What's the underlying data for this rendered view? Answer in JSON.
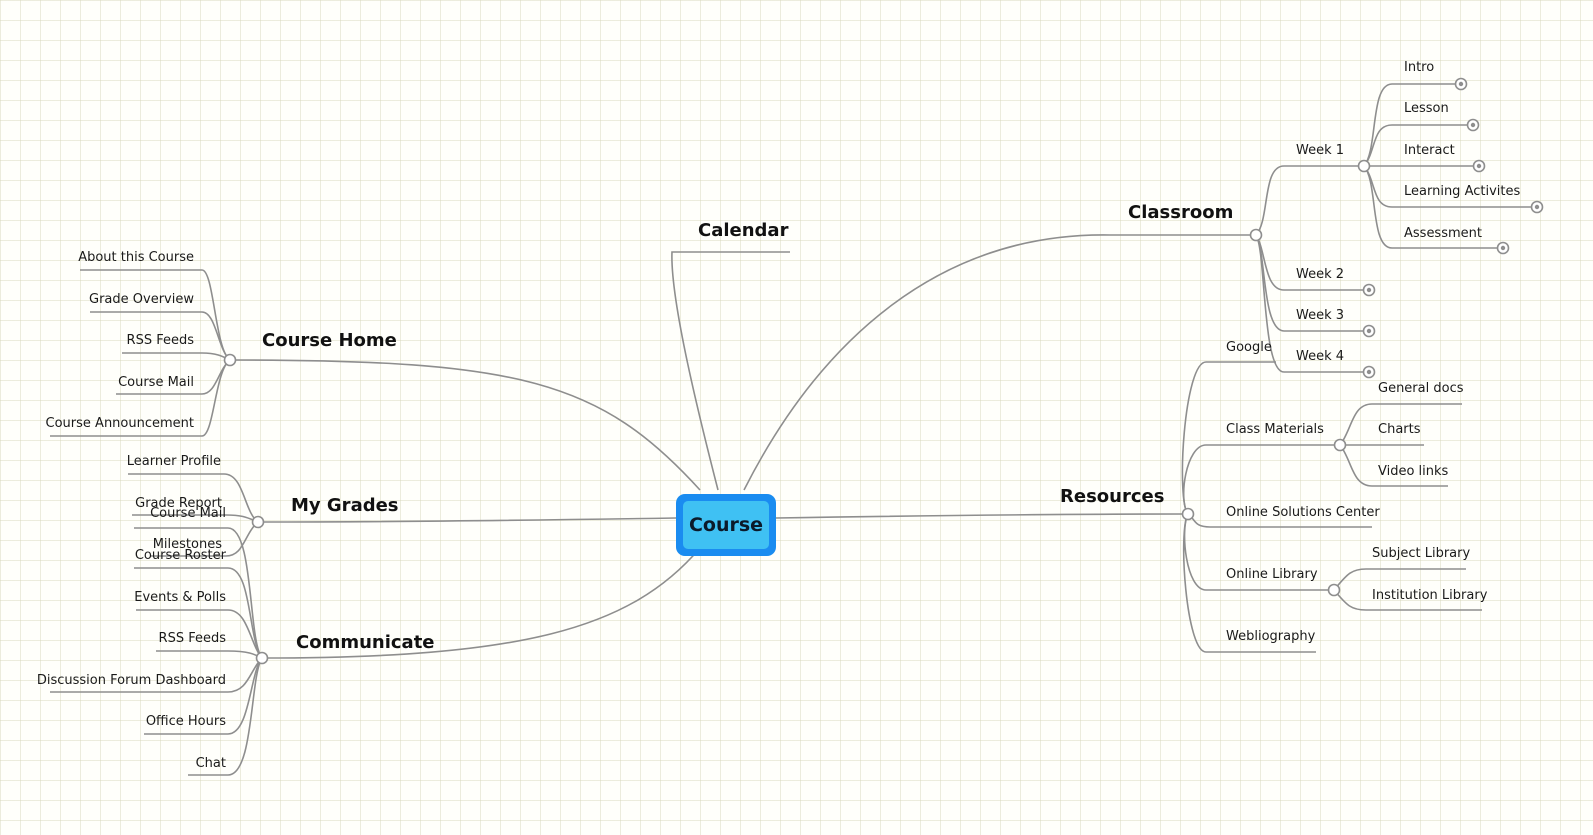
{
  "center": {
    "label": "Course"
  },
  "branches": {
    "calendar": {
      "label": "Calendar"
    },
    "course_home": {
      "label": "Course Home",
      "items": [
        "About this Course",
        "Grade Overview",
        "RSS Feeds",
        "Course Mail",
        "Course Announcement"
      ]
    },
    "my_grades": {
      "label": "My Grades",
      "items": [
        "Learner Profile",
        "Grade Report",
        "Milestones"
      ]
    },
    "communicate": {
      "label": "Communicate",
      "items": [
        "Course Mail",
        "Course Roster",
        "Events & Polls",
        "RSS Feeds",
        "Discussion Forum Dashboard",
        "Office Hours",
        "Chat"
      ]
    },
    "classroom": {
      "label": "Classroom",
      "week1": {
        "label": "Week 1",
        "items": [
          "Intro",
          "Lesson",
          "Interact",
          "Learning Activites",
          "Assessment"
        ]
      },
      "weeks": [
        "Week 2",
        "Week 3",
        "Week 4"
      ]
    },
    "resources": {
      "label": "Resources",
      "google": "Google",
      "class_materials": {
        "label": "Class Materials",
        "items": [
          "General docs",
          "Charts",
          "Video links"
        ]
      },
      "online_solutions": "Online Solutions Center",
      "online_library": {
        "label": "Online Library",
        "items": [
          "Subject Library",
          "Institution Library"
        ]
      },
      "webliography": "Webliography"
    }
  },
  "colors": {
    "center_fill": "#3fc1f3",
    "center_border": "#1a8cf0",
    "line": "#8e8e8e",
    "grid": "#e4e4d0"
  }
}
